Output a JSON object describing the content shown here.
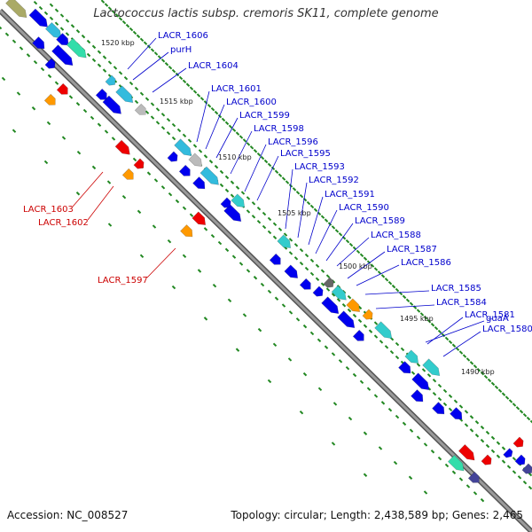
{
  "title": "Lactococcus lactis subsp. cremoris SK11, complete genome",
  "footer": {
    "accession": "Accession: NC_008527",
    "summary": "Topology: circular; Length: 2,438,589 bp; Genes: 2,465"
  },
  "colors": {
    "backbone": "#888888",
    "forward_label": "#0000cc",
    "reverse_label": "#cc0000",
    "tick": "#228822",
    "gene_blue": "#0000ee",
    "gene_cyan": "#33bbdd",
    "gene_teal": "#33cccc",
    "gene_mint": "#33ddaa",
    "gene_gray": "#bbbbbb",
    "gene_dark_gray": "#666666",
    "gene_red": "#ee0000",
    "gene_orange": "#ff9900",
    "gene_navy": "#444499",
    "gene_olive": "#aaaa66"
  },
  "scale_labels": [
    "1520 kbp",
    "1515 kbp",
    "1510 kbp",
    "1505 kbp",
    "1500 kbp",
    "1495 kbp",
    "1490 kbp"
  ],
  "forward_gene_labels": [
    "LACR_1606",
    "purH",
    "LACR_1604",
    "LACR_1601",
    "LACR_1600",
    "LACR_1599",
    "LACR_1598",
    "LACR_1596",
    "LACR_1595",
    "LACR_1593",
    "LACR_1592",
    "LACR_1591",
    "LACR_1590",
    "LACR_1589",
    "LACR_1588",
    "LACR_1587",
    "LACR_1586",
    "LACR_1585",
    "LACR_1584",
    "guaA",
    "LACR_1581",
    "LACR_1580"
  ],
  "reverse_gene_labels": [
    "LACR_1603",
    "LACR_1602",
    "LACR_1597"
  ]
}
